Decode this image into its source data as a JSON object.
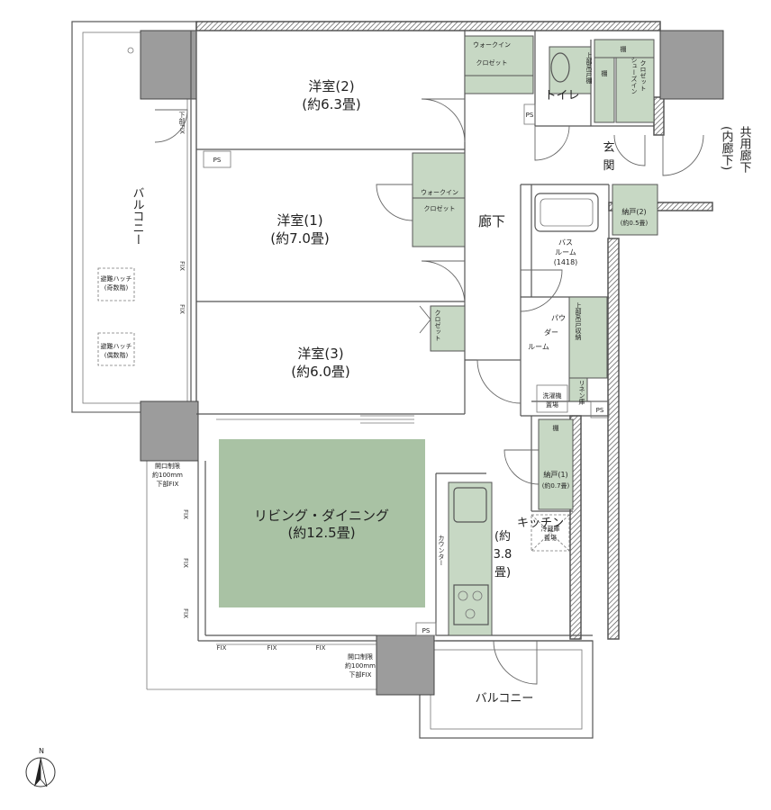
{
  "rooms": {
    "bedroom2": {
      "name": "洋室(2)",
      "area": "(約6.3畳)"
    },
    "bedroom1": {
      "name": "洋室(1)",
      "area": "(約7.0畳)"
    },
    "bedroom3": {
      "name": "洋室(3)",
      "area": "(約6.0畳)"
    },
    "living": {
      "name": "リビング・ダイニング",
      "area": "(約12.5畳)"
    },
    "corridor": {
      "name": "廊下"
    },
    "entrance": {
      "line1": "玄",
      "line2": "関"
    },
    "toilet": {
      "name": "トイレ"
    },
    "bath": {
      "line1": "バス",
      "line2": "ルーム",
      "size": "(1418)"
    },
    "powder": {
      "line1": "パウ",
      "line2": "ダー",
      "line3": "ルーム"
    },
    "kitchen": {
      "name": "キッチン",
      "area1": "(約",
      "area2": "3.8",
      "area3": "畳)"
    },
    "storage2": {
      "name": "納戸(2)",
      "area": "(約0.5畳)"
    },
    "storage1": {
      "name": "納戸(1)",
      "area": "(約0.7畳)"
    },
    "balcony_west": {
      "name": "バルコニー"
    },
    "balcony_south": {
      "name": "バルコニー"
    }
  },
  "closets": {
    "wic_top_line1": "ウォークイン",
    "wic_top_line2": "クロゼット",
    "wic_mid_line1": "ウォークイン",
    "wic_mid_line2": "クロゼット",
    "closet3": "クロゼット",
    "shoes_line1": "シューズイン",
    "shoes_line2": "クロゼット",
    "shelf": "棚",
    "upper_shelf": "上部吊戸棚",
    "upper_storage": "上部吊戸収納",
    "linen": "リネン庫",
    "washer_line1": "洗濯機",
    "washer_line2": "置場",
    "fridge_line1": "冷蔵庫",
    "fridge_line2": "置場",
    "counter": "カウンター"
  },
  "labels": {
    "ps": "PS",
    "fix": "FIX",
    "lower_fix": "下部FIX",
    "common_corridor_line1": "共用廊下",
    "common_corridor_line2": "(内廊下)",
    "hatch_even_line1": "避難ハッチ",
    "hatch_even_line2": "(奇数階)",
    "hatch_odd_line1": "避難ハッチ",
    "hatch_odd_line2": "(偶数階)",
    "opening_line1": "開口制限",
    "opening_line2": "約100mm",
    "opening_line3": "下部FIX",
    "north": "N"
  },
  "colors": {
    "living_floor": "#a9c2a4",
    "closet_fill": "#c7d8c4",
    "column": "#9c9c9c",
    "wall": "#444444"
  }
}
